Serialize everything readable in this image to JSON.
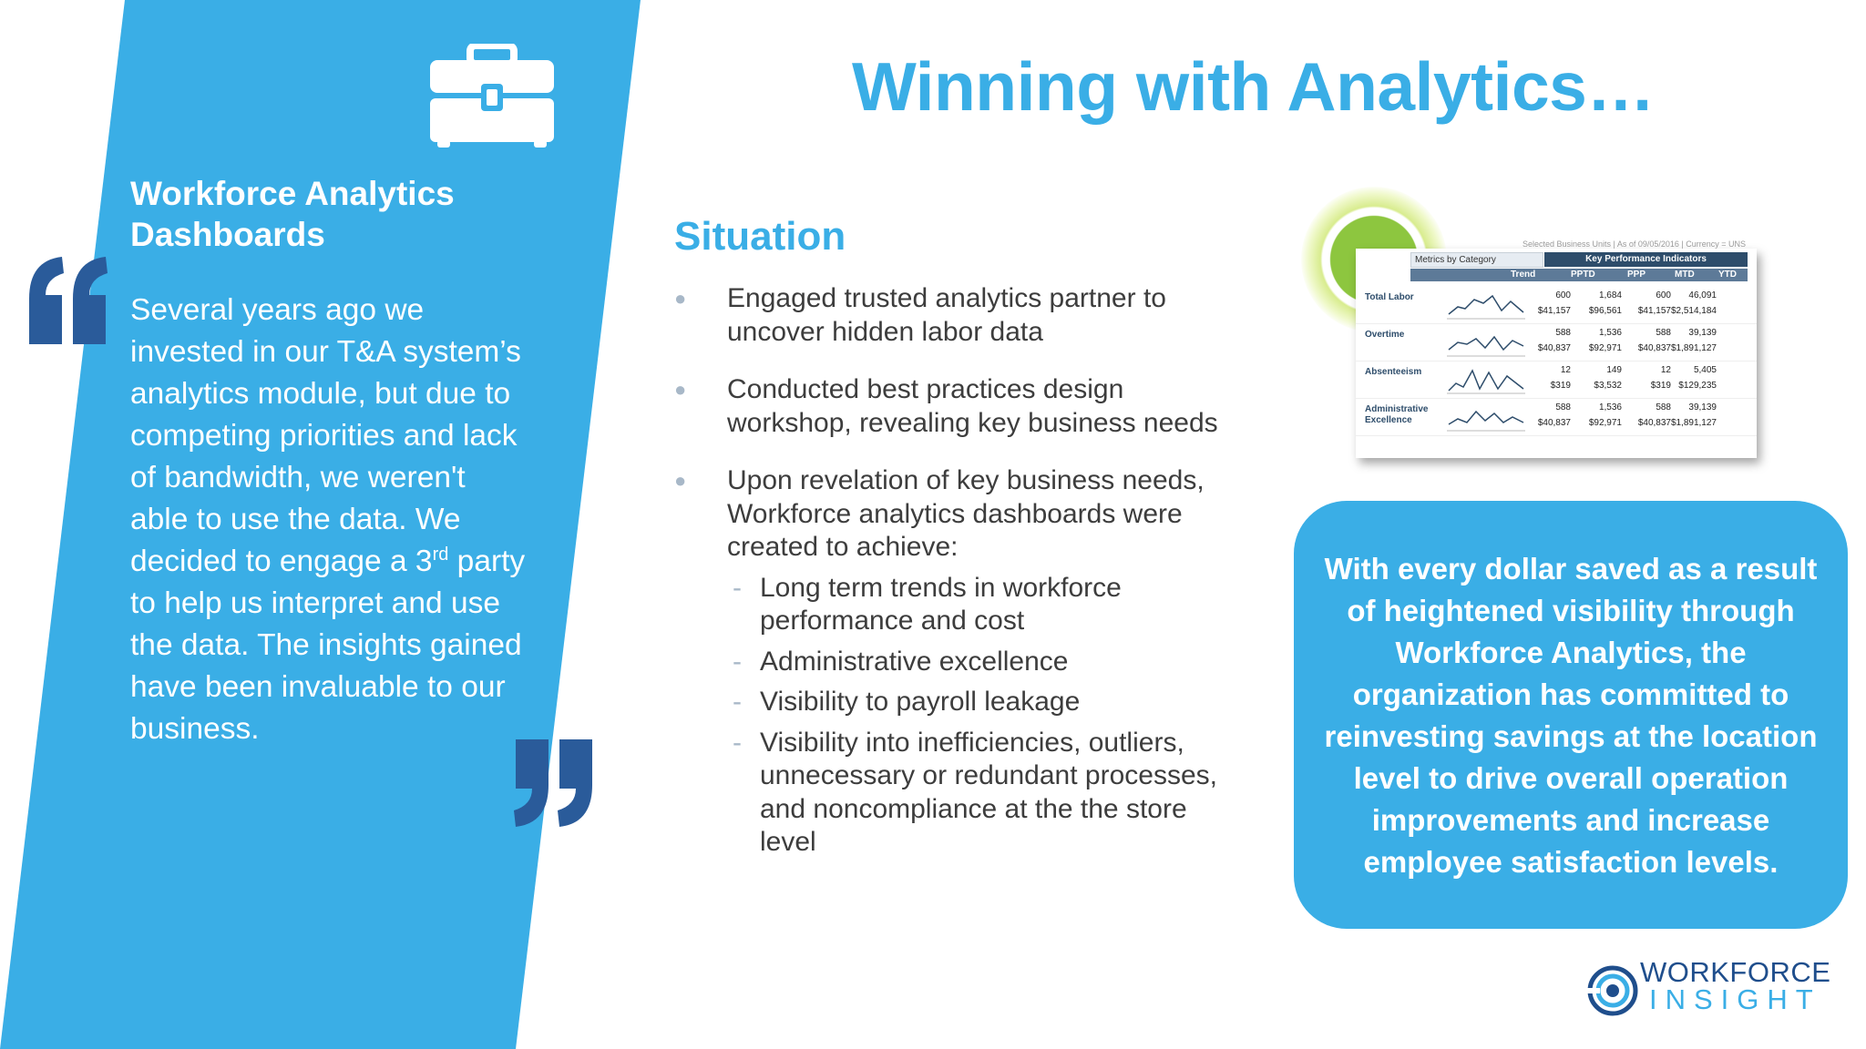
{
  "title": "Winning with Analytics…",
  "left_panel": {
    "heading": "Workforce Analytics Dashboards",
    "quote_before_sup": "Several years ago we invested in our T&A system’s analytics module, but due to competing priorities and lack of bandwidth, we weren't able to use the data. We decided to engage a 3",
    "quote_sup": "rd",
    "quote_after_sup": " party to help us interpret and use the data. The insights gained have been invaluable to our business.",
    "icon": "briefcase-icon"
  },
  "situation": {
    "heading": "Situation",
    "bullets": [
      "Engaged trusted analytics partner to uncover hidden labor data",
      "Conducted best practices design workshop, revealing key business needs",
      "Upon revelation of key business needs, Workforce analytics dashboards were created to achieve:"
    ],
    "sub_bullets": [
      "Long term trends in workforce performance and cost",
      "Administrative excellence",
      "Visibility to payroll leakage",
      "Visibility into inefficiencies, outliers, unnecessary or redundant processes, and noncompliance at the the store level"
    ]
  },
  "dashboard": {
    "meta": "Selected Business Units  |  As of    09/05/2016  |  Currency = UNS",
    "metrics_label": "Metrics by Category",
    "kpi_label": "Key Performance Indicators",
    "columns": [
      "Trend",
      "PPTD",
      "PPP",
      "MTD",
      "YTD"
    ],
    "rows": [
      {
        "label": "Total Labor",
        "top": [
          "600",
          "1,684",
          "600",
          "46,091"
        ],
        "bottom": [
          "$41,157",
          "$96,561",
          "$41,157",
          "$2,514,184"
        ]
      },
      {
        "label": "Overtime",
        "top": [
          "588",
          "1,536",
          "588",
          "39,139"
        ],
        "bottom": [
          "$40,837",
          "$92,971",
          "$40,837",
          "$1,891,127"
        ]
      },
      {
        "label": "Absenteeism",
        "top": [
          "12",
          "149",
          "12",
          "5,405"
        ],
        "bottom": [
          "$319",
          "$3,532",
          "$319",
          "$129,235"
        ]
      },
      {
        "label": "Administrative Excellence",
        "top": [
          "588",
          "1,536",
          "588",
          "39,139"
        ],
        "bottom": [
          "$40,837",
          "$92,971",
          "$40,837",
          "$1,891,127"
        ]
      }
    ]
  },
  "callout": "With every dollar saved as a result of heightened visibility through Workforce Analytics, the organization has committed to reinvesting savings at the location level to drive overall operation improvements and increase employee satisfaction levels.",
  "logo": {
    "line1": "WORKFORCE",
    "line2": "INSIGHT"
  },
  "colors": {
    "accent": "#3aaee6",
    "dark_blue": "#1f4e8c",
    "quote_marks": "#2a5b9a",
    "text": "#3d3d3d"
  }
}
